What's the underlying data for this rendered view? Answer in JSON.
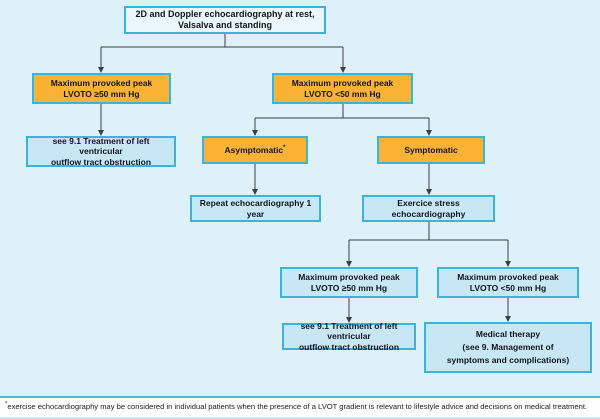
{
  "colors": {
    "background": "#def0f8",
    "box_orange": "#f9b233",
    "box_blue": "#c8e7f5",
    "box_plain": "#eaf6fb",
    "border_cyan": "#3bb4da",
    "connector_line": "#3f3f3f",
    "divider_cyan": "#49bcd8"
  },
  "nodes": {
    "root": {
      "line1": "2D and Doppler echocardiography at rest,",
      "line2": "Valsalva and standing"
    },
    "lvoto_ge50": {
      "line1": "Maximum provoked peak",
      "line2": "LVOTO ≥50 mm Hg"
    },
    "lvoto_lt50": {
      "line1": "Maximum provoked peak",
      "line2": "LVOTO <50 mm Hg"
    },
    "treat_left": {
      "line1": "see 9.1 Treatment of left ventricular",
      "line2": "outflow tract obstruction"
    },
    "asymptomatic": {
      "label": "Asymptomatic",
      "sup": "*"
    },
    "symptomatic": {
      "label": "Symptomatic"
    },
    "repeat_echo": {
      "line1": "Repeat echocardiography 1 year"
    },
    "exercise_echo": {
      "line1": "Exercice stress echocardiography"
    },
    "stress_ge50": {
      "line1": "Maximum provoked peak",
      "line2": "LVOTO ≥50 mm Hg"
    },
    "stress_lt50": {
      "line1": "Maximum provoked peak",
      "line2": "LVOTO <50 mm Hg"
    },
    "treat_bottom": {
      "line1": "see 9.1 Treatment of left ventricular",
      "line2": "outflow tract obstruction"
    },
    "medical": {
      "line1": "Medical therapy",
      "line2": "(see 9. Management of",
      "line3": "symptoms and complications)"
    }
  },
  "footnote": {
    "sup": "*",
    "text": "exercise echocardiography may be considered in individual patients when the presence of a LVOT gradient is relevant to lifestyle advice and decisions on medical treatment."
  }
}
